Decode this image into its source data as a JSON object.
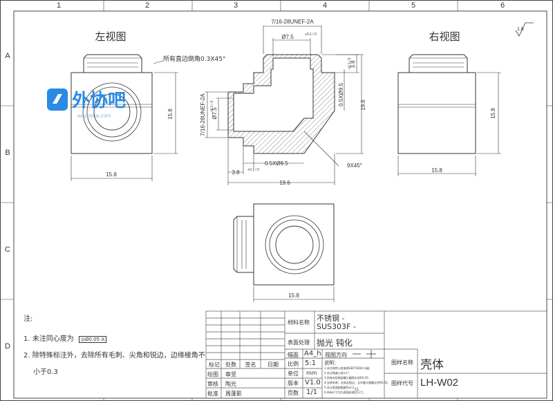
{
  "grid": {
    "columns": [
      "1",
      "2",
      "3",
      "4",
      "5",
      "6"
    ],
    "rows": [
      "A",
      "B",
      "C",
      "D"
    ]
  },
  "views": {
    "left_title": "左视图",
    "right_title": "右视图"
  },
  "watermark": {
    "brand": "外协吧",
    "url": "waixieba.com"
  },
  "dimensions": {
    "top_thread": "7/16-28UNEF-2A",
    "top_dia": "Ø7.5",
    "top_dia_tol": "+0.1 / 0",
    "chamfer_note": "所有直边倒角0.3X45°",
    "right_step": "3.8",
    "right_step_tol": "+0.1 / 0",
    "right_chamfer_depth": "0.5XØ9.5",
    "height_196": "19.6",
    "left_thread": "7/16-28UNEF-2A",
    "left_dia": "Ø7.5",
    "left_dia_tol": "+0.1 / 0",
    "bottom_chamfer_depth": "0.5XØ9.5",
    "bottom_step": "3.8",
    "bottom_step_tol": "+0.1 / 0",
    "cone": "9X45°",
    "width_196": "19.6",
    "left_view_width": "15.8",
    "left_view_height": "15.8",
    "right_view_width": "15.8",
    "right_view_height": "15.8",
    "bottom_view_width": "15.8",
    "roughness": "1.6"
  },
  "notes": {
    "title": "注:",
    "item1": "1.  未注同心度为",
    "item1_symbol": "◎Ø0.05 A",
    "item2_line1": "2.  除特殊标注外，去除所有毛刺、尖角和锐边，边缘棱角不",
    "item2_line2": "小于0.3"
  },
  "title_block": {
    "material_label": "材料名称",
    "material_value1": "不锈钢    -",
    "material_value2": "SUS303F -",
    "surface_label": "表面处理",
    "surface_value": "抛光 钝化",
    "sheet_label": "幅面",
    "sheet_value": "A4_h",
    "view_dir_label": "视图方向",
    "scale_label": "比例",
    "scale_value": "5:1",
    "unit_label": "单位",
    "unit_value": "mm",
    "version_label": "版本",
    "version_value": "V1.0",
    "pages_label": "页数",
    "pages_value": "1/1",
    "rev_cols": [
      "标记",
      "处数",
      "签名",
      "日期"
    ],
    "draw_label": "绘图",
    "draw_name": "章坚",
    "check_label": "审核",
    "check_name": "陶光",
    "approve_label": "批准",
    "approve_name": "周蓬影",
    "explain_title": "说明：",
    "explain_lines": [
      "1.未注线性公差参照GB/T1804-m级;",
      "2.未注角度公差±1°;",
      "3.所有台阶根部最大圆角半径R0.05;",
      "4.去除毛刺，尖角及锐边，允许最大倒圆半径R0.05;",
      "5.未注表面粗糙度Ra3.2;",
      "6.所有尺寸均为表面处理后尺寸。"
    ],
    "part_name_label": "图样名称",
    "part_name": "壳体",
    "part_code_label": "图样代号",
    "part_code": "LH-W02"
  }
}
